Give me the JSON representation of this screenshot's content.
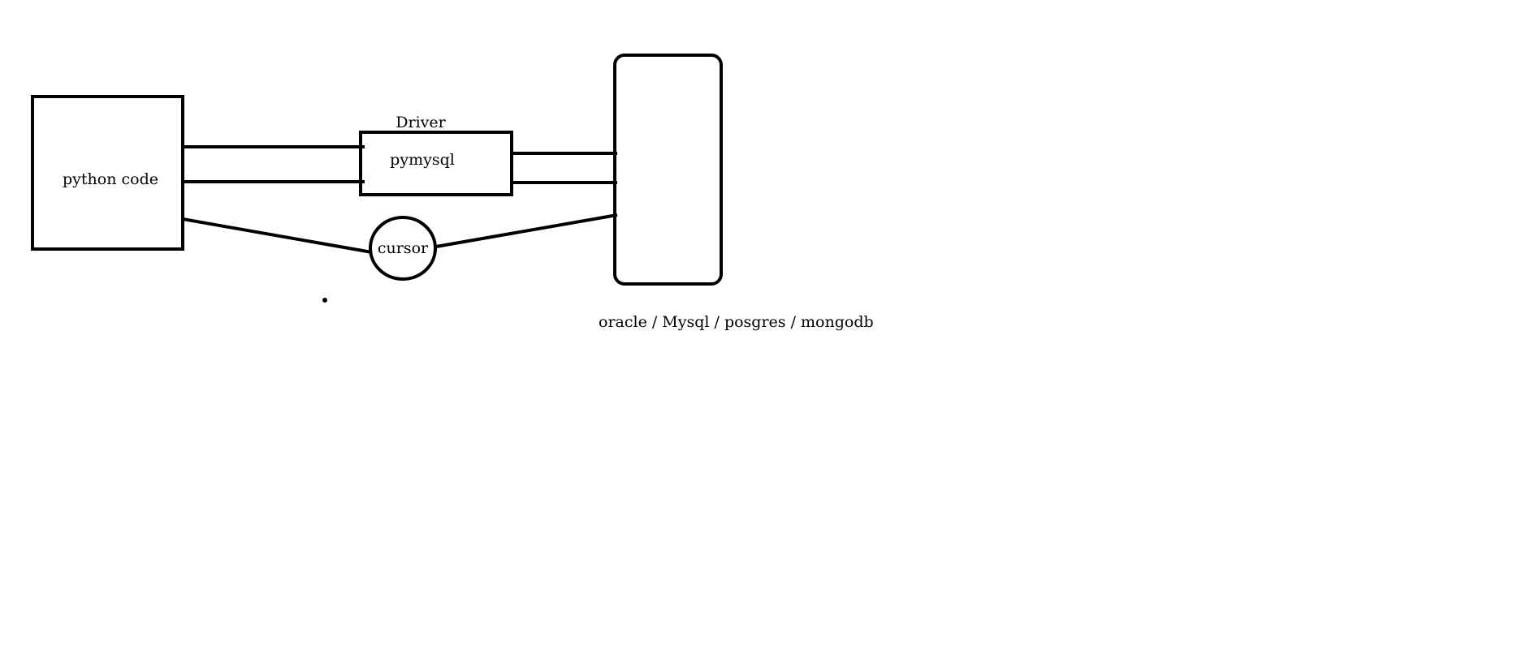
{
  "diagram": {
    "python_box_label": "python code",
    "driver_title": "Driver",
    "driver_box_label": "pymysql",
    "cursor_label": "cursor",
    "database_caption": "oracle / Mysql / posgres / mongodb"
  },
  "colors": {
    "stroke": "#000000",
    "background": "#ffffff"
  }
}
